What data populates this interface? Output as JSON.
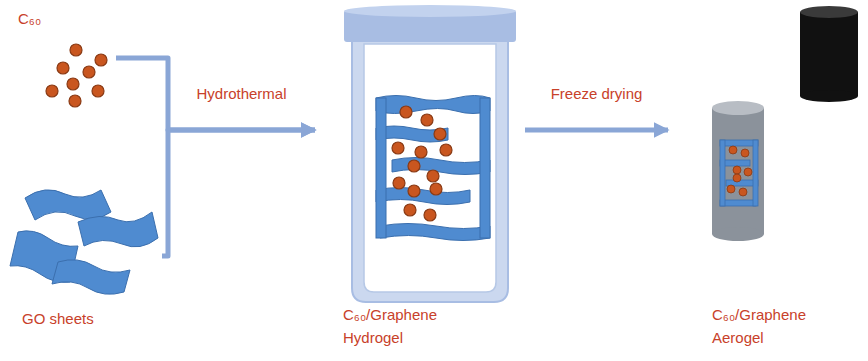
{
  "diagram": {
    "nodes": [
      {
        "text": [
          "C₆₀"
        ]
      },
      {
        "text": [
          "GO sheets"
        ]
      },
      {
        "text": [
          "C₆₀/Graphene Hydrogel"
        ]
      },
      {
        "text": [
          "C₆₀/Graphene Aerogel"
        ]
      }
    ],
    "edges": [
      {
        "from": 0,
        "to": 2,
        "arrow": "to",
        "label": "Hydrothermal"
      },
      {
        "from": 1,
        "to": 2,
        "arrow": "to"
      },
      {
        "from": 2,
        "to": 3,
        "arrow": "to",
        "label": "Freeze drying"
      }
    ]
  }
}
